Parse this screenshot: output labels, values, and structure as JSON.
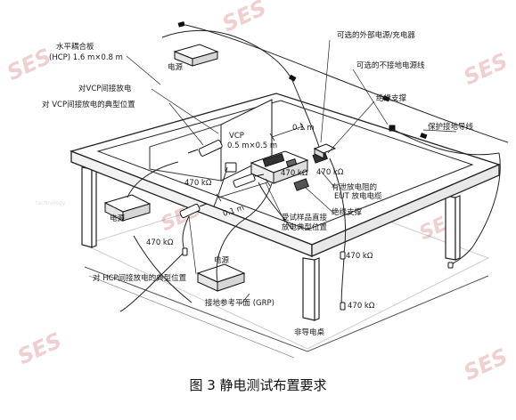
{
  "figure": {
    "caption": "图 3  静电测试布置要求"
  },
  "labels": {
    "hcp": "水平耦合板",
    "hcp_size": "(HCP) 1.6 m×0.8 m",
    "vcp_indirect": "对VCP间接放电",
    "vcp_typical": "对 VCP间接放电的典型位置",
    "power_top": "电源",
    "power_left": "电源",
    "power_bottom": "电源",
    "ext_power": "可选的外部电源/充电器",
    "ungrounded_cable": "可选的不接地电源线",
    "insulating_support_top": "绝缘支撑",
    "protective_ground": "保护接地导线",
    "vcp": "VCP",
    "vcp_size": "0.5 m×0.5 m",
    "dim_01_top": "0.1 m",
    "dim_01_bottom": "0.1 m",
    "res_470_vcp": "470 kΩ",
    "res_470_eut": "470 kΩ",
    "res_470_b": "470 kΩ",
    "res_470_left": "470 kΩ",
    "res_470_right1": "470 kΩ",
    "res_470_right2": "470 kΩ",
    "eut_cable_1": "有泄放电阻的",
    "eut_cable_2": "EUT 放电电缆",
    "insulating_support_mid": "绝缘支撑",
    "eut_direct_1": "受试样品直接",
    "eut_direct_2": "放电典型位置",
    "hcp_indirect": "对 HCP间接放电的典型位置",
    "grp": "接地参考平面 (GRP)",
    "nonconductive_table": "非导电桌"
  },
  "watermarks": {
    "logo_text": "SES",
    "logo_sub": "technology"
  }
}
